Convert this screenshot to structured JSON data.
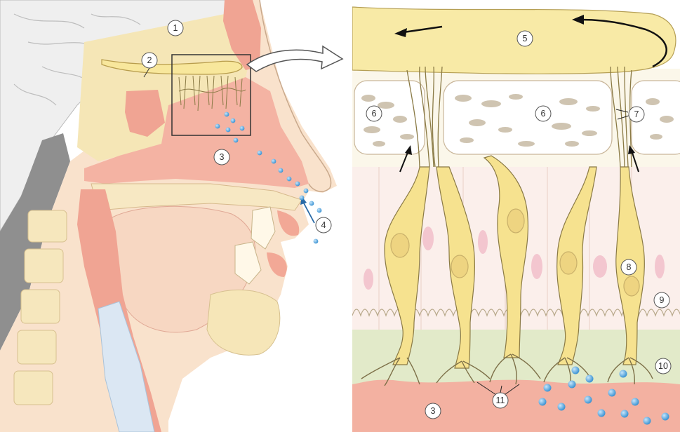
{
  "labels": {
    "l1": "1",
    "l2": "2",
    "l3": "3",
    "l4": "4",
    "l5": "5",
    "l6": "6",
    "l7": "7",
    "l8": "8",
    "l9": "9",
    "l10": "10",
    "l11": "11"
  },
  "colors": {
    "background": "#ffffff",
    "mucosa_pink": "#f2a898",
    "mucosa_light": "#f7c9bb",
    "bone_cream": "#f6e6b8",
    "soft_tissue": "#f8ddc4",
    "neuron_yellow": "#f5e08e",
    "neuron_outline": "#8a7a45",
    "bulb_yellow": "#f8eaa6",
    "odorant_blue": "#5aa9de",
    "mucus_layer": "#dfe8c6",
    "brain_gray": "#e8e8e8",
    "spine_gray": "#888888"
  }
}
